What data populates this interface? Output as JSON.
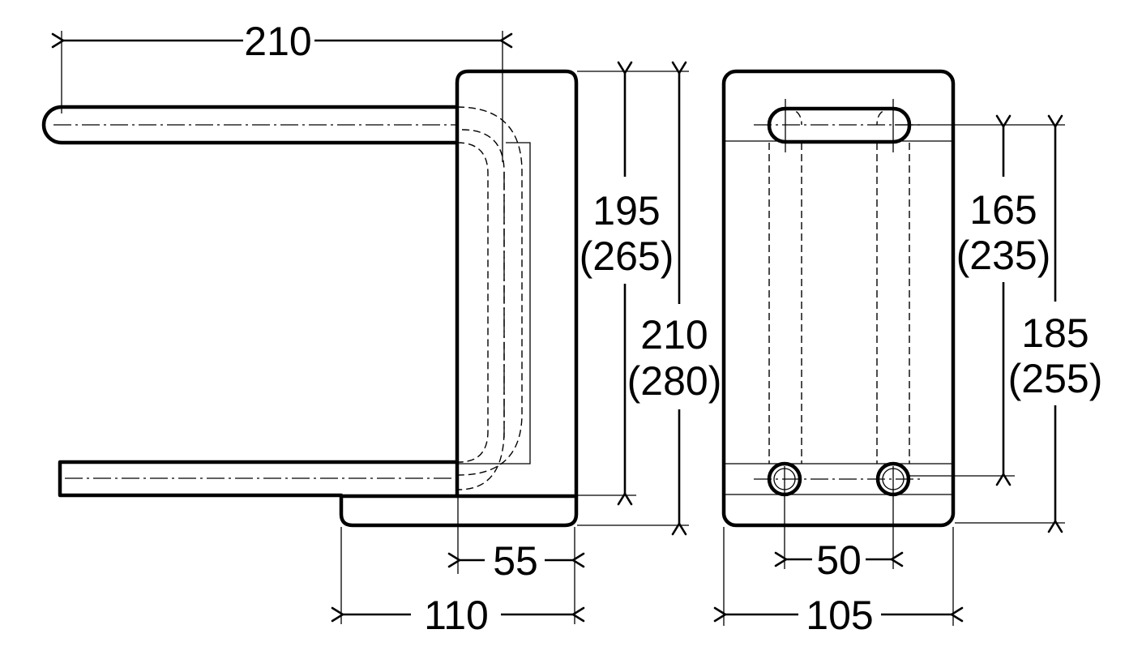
{
  "dimensions": {
    "side_top_length": "210",
    "side_height_a": "195",
    "side_height_a_alt": "(265)",
    "side_height_b": "210",
    "side_height_b_alt": "(280)",
    "side_inner_width": "55",
    "side_base_width": "110",
    "front_slot_height": "165",
    "front_slot_height_alt": "(235)",
    "front_total_height": "185",
    "front_total_height_alt": "(255)",
    "front_hole_spacing": "50",
    "front_width": "105"
  }
}
